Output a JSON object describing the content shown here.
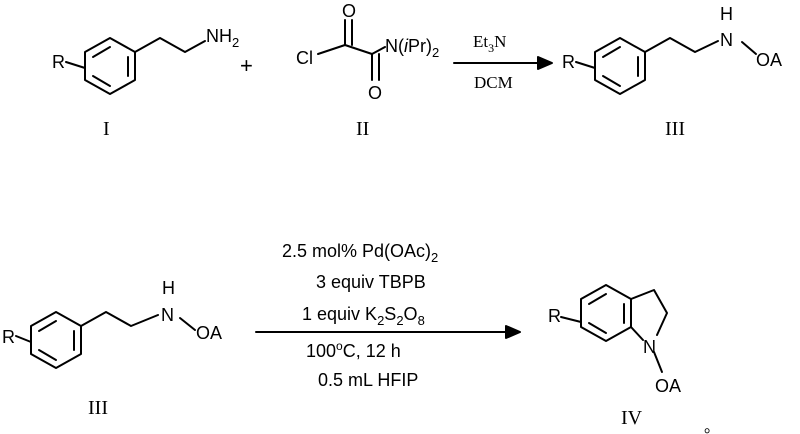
{
  "reaction1": {
    "reactant1": {
      "r_label": "R",
      "amine_label": "NH",
      "amine_sub": "2",
      "compound_label": "I"
    },
    "plus": "+",
    "reactant2": {
      "cl_label": "Cl",
      "o_top": "O",
      "o_bottom": "O",
      "n_label": "N(",
      "ipr_italic": "i",
      "ipr_rest": "Pr)",
      "ipr_sub": "2",
      "compound_label": "II"
    },
    "reagent_above": "Et",
    "reagent_above_sub": "3",
    "reagent_above_end": "N",
    "reagent_below": "DCM",
    "product": {
      "r_label": "R",
      "h_label": "H",
      "n_label": "N",
      "oa_label": "OA",
      "compound_label": "III"
    }
  },
  "reaction2": {
    "reactant": {
      "r_label": "R",
      "h_label": "H",
      "n_label": "N",
      "oa_label": "OA",
      "compound_label": "III"
    },
    "conditions": {
      "line1_pre": "2.5 mol% Pd(OAc)",
      "line1_sub": "2",
      "line2": "3 equiv TBPB",
      "line3_pre": "1 equiv K",
      "line3_sub1": "2",
      "line3_mid": "S",
      "line3_sub2": "2",
      "line3_mid2": "O",
      "line3_sub3": "8",
      "line4_temp": "100",
      "line4_deg": "o",
      "line4_rest": "C,  12 h",
      "line5": "0.5 mL HFIP"
    },
    "product": {
      "r_label": "R",
      "n_label": "N",
      "oa_label": "OA",
      "compound_label": "IV"
    },
    "trailing_mark": "。"
  }
}
